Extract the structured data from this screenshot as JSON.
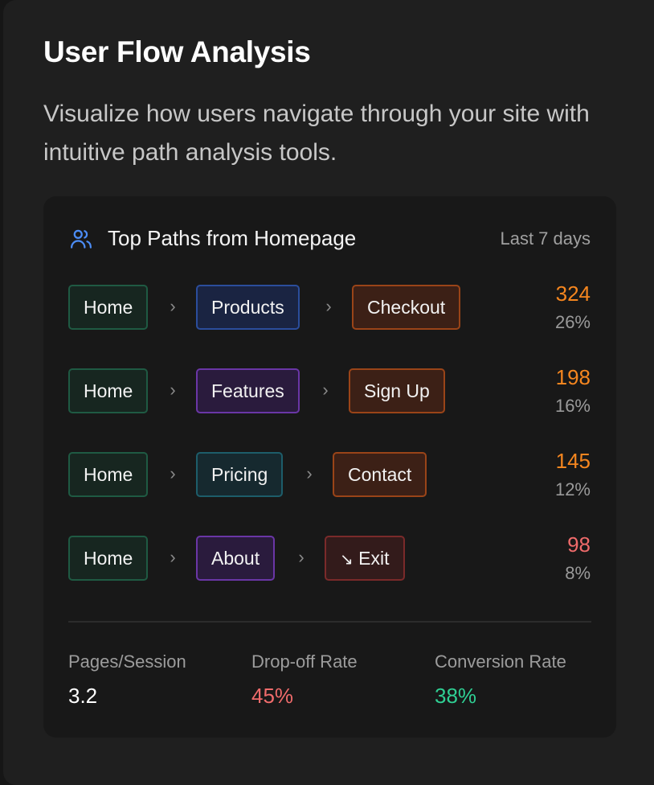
{
  "section": {
    "title": "User Flow Analysis",
    "description": "Visualize how users navigate through your site with intuitive path analysis tools."
  },
  "card": {
    "icon": "users-icon",
    "title": "Top Paths from Homepage",
    "range": "Last 7 days",
    "paths": [
      {
        "steps": [
          "Home",
          "Products",
          "Checkout"
        ],
        "count": "324",
        "percent": "26%"
      },
      {
        "steps": [
          "Home",
          "Features",
          "Sign Up"
        ],
        "count": "198",
        "percent": "16%"
      },
      {
        "steps": [
          "Home",
          "Pricing",
          "Contact"
        ],
        "count": "145",
        "percent": "12%"
      },
      {
        "steps": [
          "Home",
          "About",
          "Exit"
        ],
        "count": "98",
        "percent": "8%"
      }
    ],
    "separator": "›",
    "exit_icon": "↘",
    "stats": [
      {
        "label": "Pages/Session",
        "value": "3.2"
      },
      {
        "label": "Drop-off Rate",
        "value": "45%"
      },
      {
        "label": "Conversion Rate",
        "value": "38%"
      }
    ]
  },
  "colors": {
    "count_orange": "#f5861f",
    "count_red": "#ef6b6b",
    "stat_white": "#ffffff",
    "stat_red": "#ef6b6b",
    "stat_green": "#2fcf93",
    "icon_blue": "#4c8df6"
  }
}
